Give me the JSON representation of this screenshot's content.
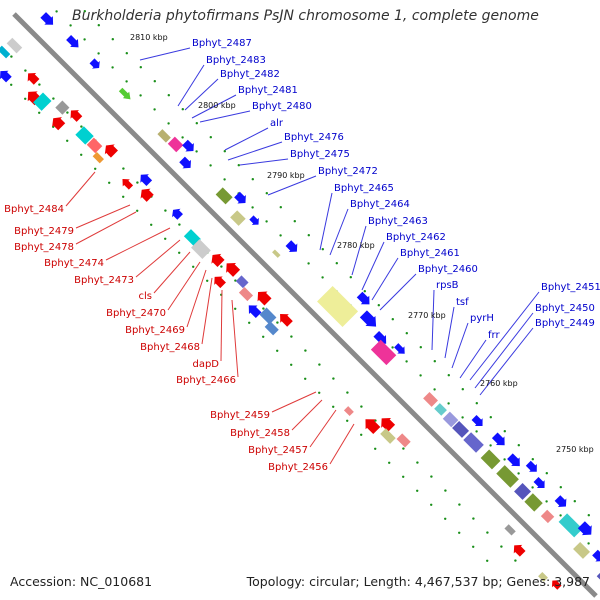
{
  "title": "Burkholderia phytofirmans PsJN chromosome 1, complete genome",
  "footer": {
    "accession": "Accession: NC_010681",
    "stats": "Topology: circular; Length: 4,467,537 bp; Genes: 3,987"
  },
  "colors": {
    "backbone": "#8a8a8a",
    "forward_gene": "#0000ee",
    "reverse_gene": "#ee0000",
    "forward_label": "#0000cc",
    "reverse_label": "#cc0000",
    "tick": "#1a8f1a"
  },
  "kbp_ticks": [
    "2810 kbp",
    "2800 kbp",
    "2790 kbp",
    "2780 kbp",
    "2770 kbp",
    "2760 kbp",
    "2750 kbp"
  ],
  "forward_labels": [
    "Bphyt_2487",
    "Bphyt_2483",
    "Bphyt_2482",
    "Bphyt_2481",
    "Bphyt_2480",
    "alr",
    "Bphyt_2476",
    "Bphyt_2475",
    "Bphyt_2472",
    "Bphyt_2465",
    "Bphyt_2464",
    "Bphyt_2463",
    "Bphyt_2462",
    "Bphyt_2461",
    "Bphyt_2460",
    "rpsB",
    "tsf",
    "pyrH",
    "frr",
    "Bphyt_2451",
    "Bphyt_2450",
    "Bphyt_2449"
  ],
  "reverse_labels": [
    "Bphyt_2484",
    "Bphyt_2479",
    "Bphyt_2478",
    "Bphyt_2474",
    "Bphyt_2473",
    "cls",
    "Bphyt_2470",
    "Bphyt_2469",
    "Bphyt_2468",
    "dapD",
    "Bphyt_2466",
    "Bphyt_2459",
    "Bphyt_2458",
    "Bphyt_2457",
    "Bphyt_2456"
  ]
}
